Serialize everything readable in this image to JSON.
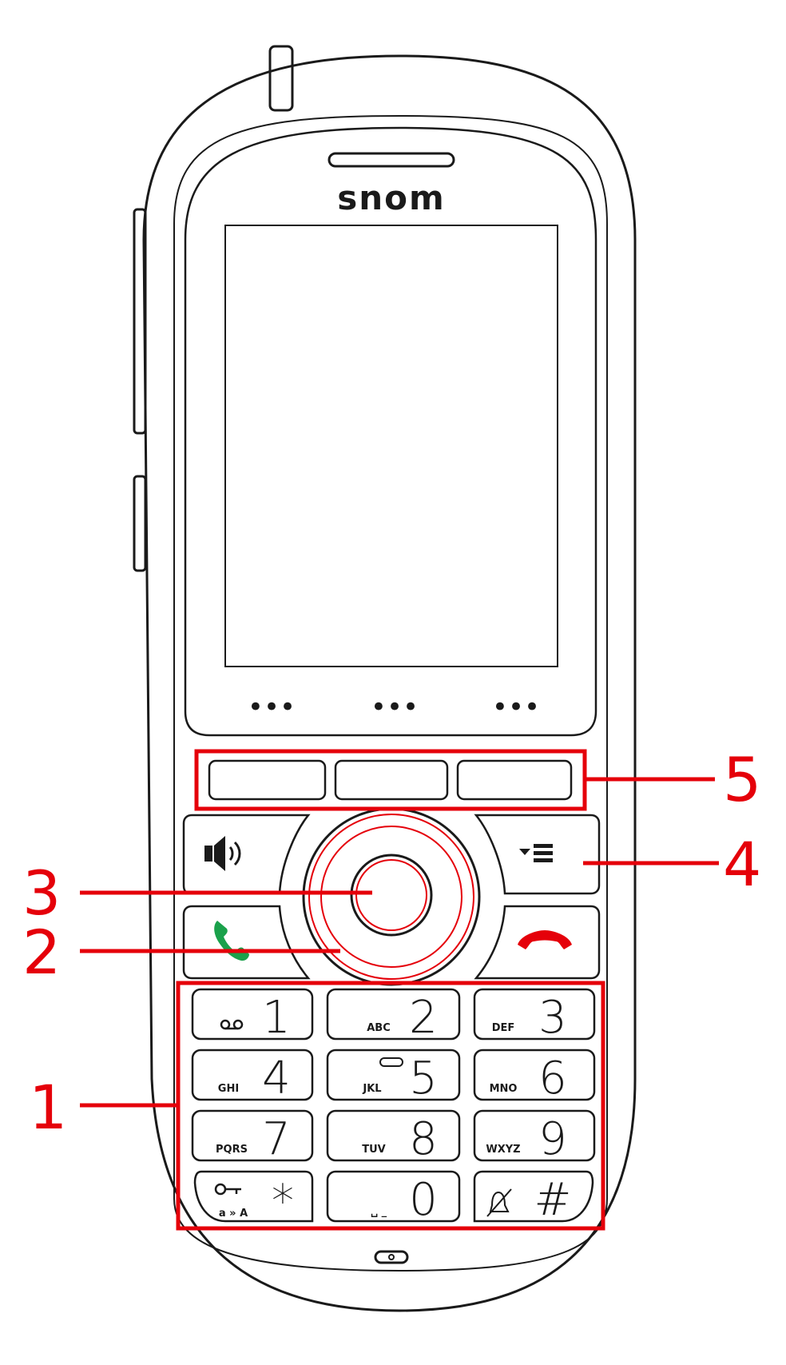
{
  "brand": "snom",
  "softkey_dots": [
    "•••",
    "•••",
    "•••"
  ],
  "keypad": [
    {
      "digit": "1",
      "letters": ""
    },
    {
      "digit": "2",
      "letters": "ABC"
    },
    {
      "digit": "3",
      "letters": "DEF"
    },
    {
      "digit": "4",
      "letters": "GHI"
    },
    {
      "digit": "5",
      "letters": "JKL"
    },
    {
      "digit": "6",
      "letters": "MNO"
    },
    {
      "digit": "7",
      "letters": "PQRS"
    },
    {
      "digit": "8",
      "letters": "TUV"
    },
    {
      "digit": "9",
      "letters": "WXYZ"
    },
    {
      "digit": "*",
      "letters": "a » A"
    },
    {
      "digit": "0",
      "letters": "␣ _"
    },
    {
      "digit": "#",
      "letters": ""
    }
  ],
  "callouts": {
    "c1": "1",
    "c2": "2",
    "c3": "3",
    "c4": "4",
    "c5": "5"
  },
  "icons": {
    "voicemail": "voicemail-icon",
    "speaker": "speaker-icon",
    "menu": "menu-icon",
    "call": "call-icon",
    "hangup": "hangup-icon",
    "lock": "key-lock-icon",
    "mute": "silent-bell-icon"
  },
  "colors": {
    "outline": "#1a1a1a",
    "highlight": "#e5000a",
    "call_green": "#1aa14b",
    "hangup_red": "#e5000a"
  }
}
